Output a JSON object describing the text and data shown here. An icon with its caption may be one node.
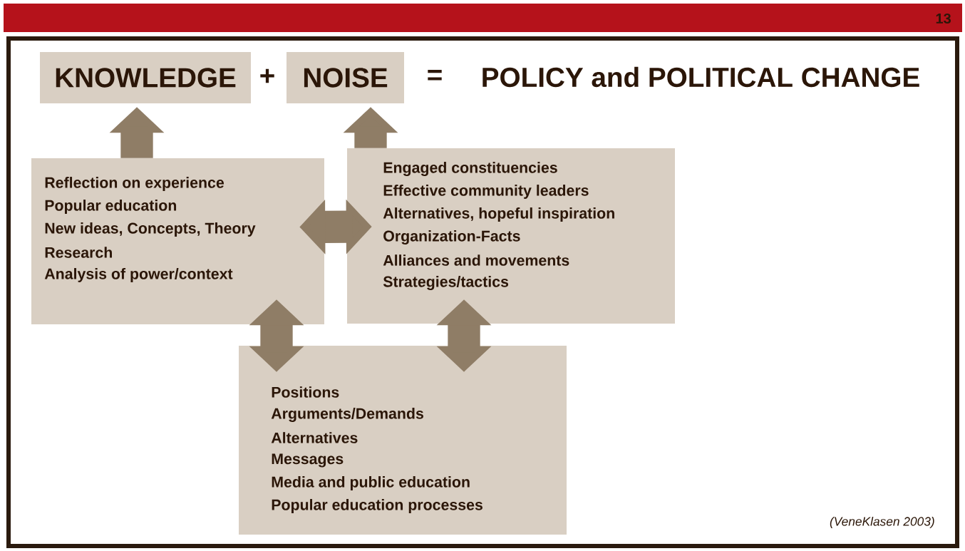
{
  "diagram": {
    "nodes": [
      {
        "text": [
          "KNOWLEDGE"
        ]
      },
      {
        "text": [
          "NOISE"
        ]
      },
      {
        "text": [
          "Reflection on experience",
          "Popular education",
          "New ideas, Concepts, Theory",
          "Research",
          "Analysis of power/context"
        ]
      },
      {
        "text": [
          "Engaged constituencies",
          "Effective community leaders",
          "Alternatives, hopeful inspiration",
          "Organization-Facts",
          "Alliances and movements",
          "Strategies/tactics"
        ]
      },
      {
        "text": [
          "Positions",
          "Arguments/Demands",
          "Alternatives",
          "Messages",
          "Media and public education",
          "Popular education processes"
        ]
      }
    ],
    "edges": [
      {
        "from": 2,
        "to": 0,
        "arrow": "to"
      },
      {
        "from": 3,
        "to": 1,
        "arrow": "to"
      },
      {
        "from": 2,
        "to": 3,
        "arrow": "both"
      },
      {
        "from": 2,
        "to": 4,
        "arrow": "both"
      },
      {
        "from": 3,
        "to": 4,
        "arrow": "both"
      }
    ],
    "labels": [
      "13",
      "+",
      "=",
      "POLICY and POLITICAL CHANGE",
      "(VeneKlasen 2003)"
    ]
  }
}
